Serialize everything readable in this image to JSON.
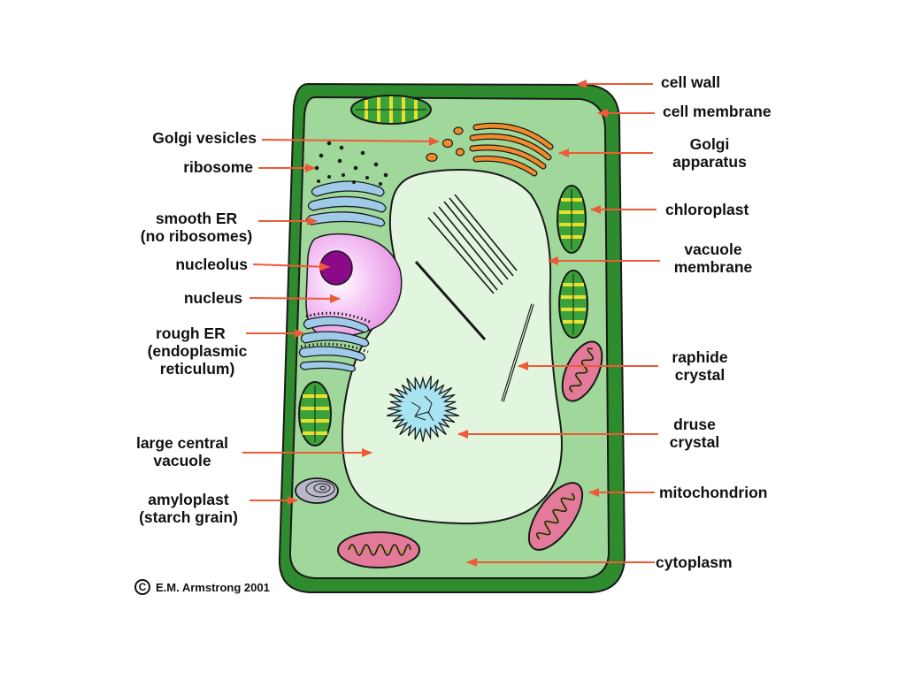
{
  "labels": {
    "cell_wall": "cell wall",
    "cell_membrane": "cell membrane",
    "golgi_vesicles": "Golgi vesicles",
    "golgi_apparatus": [
      "Golgi",
      "apparatus"
    ],
    "ribosome": "ribosome",
    "smooth_er": [
      "smooth ER",
      "(no ribosomes)"
    ],
    "chloroplast": "chloroplast",
    "vacuole_membrane": [
      "vacuole",
      "membrane"
    ],
    "nucleolus": "nucleolus",
    "nucleus": "nucleus",
    "rough_er": [
      "rough ER",
      "(endoplasmic",
      "reticulum)"
    ],
    "raphide_crystal": [
      "raphide",
      "crystal"
    ],
    "druse_crystal": [
      "druse",
      "crystal"
    ],
    "large_central_vacuole": [
      "large central",
      "vacuole"
    ],
    "amyloplast": [
      "amyloplast",
      "(starch grain)"
    ],
    "mitochondrion": "mitochondrion",
    "cytoplasm": "cytoplasm"
  },
  "credit": {
    "symbol": "C",
    "text": "E.M. Armstrong 2001"
  },
  "colors": {
    "cell_wall": "#2e8b2e",
    "cytoplasm": "#9fd89a",
    "vacuole": "#e2f6df",
    "arrow": "#ef5a36",
    "nucleus": "#f0a8f0",
    "nucleolus": "#8a0a8a",
    "golgi": "#f08a2a",
    "er": "#9fcbe8",
    "mitochondrion_outer": "#e47a9a",
    "mitochondrion_inner": "#c58a5a",
    "chloroplast_stroma": "#3aa23a",
    "chloroplast_grana": "#e8e030",
    "druse": "#a8e4f0",
    "amyloplast": "#b8b8c8"
  }
}
